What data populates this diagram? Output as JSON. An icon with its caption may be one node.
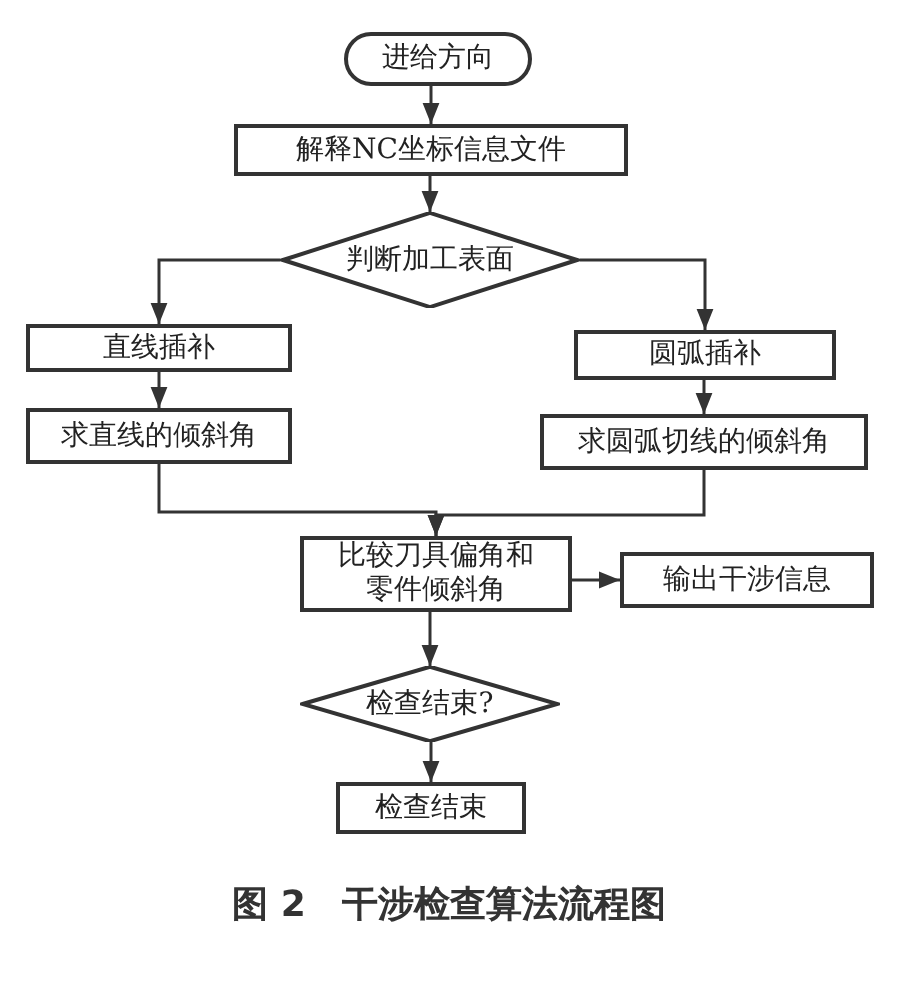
{
  "diagram": {
    "caption": "图 2　干涉检查算法流程图",
    "nodes": [
      {
        "text": [
          "进给方向"
        ]
      },
      {
        "text": [
          "解释NC坐标信息文件"
        ]
      },
      {
        "text": [
          "判断加工表面"
        ]
      },
      {
        "text": [
          "直线插补"
        ]
      },
      {
        "text": [
          "圆弧插补"
        ]
      },
      {
        "text": [
          "求直线的倾斜角"
        ]
      },
      {
        "text": [
          "求圆弧切线的倾斜角"
        ]
      },
      {
        "text": [
          "比较刀具偏角和零件倾斜角"
        ]
      },
      {
        "text": [
          "输出干涉信息"
        ]
      },
      {
        "text": [
          "检查结束?"
        ]
      },
      {
        "text": [
          "检查结束"
        ]
      }
    ],
    "edges": [
      {
        "from": 0,
        "to": 1,
        "arrow": "to"
      },
      {
        "from": 1,
        "to": 2,
        "arrow": "to"
      },
      {
        "from": 2,
        "to": 3,
        "arrow": "to"
      },
      {
        "from": 2,
        "to": 4,
        "arrow": "to"
      },
      {
        "from": 3,
        "to": 5,
        "arrow": "to"
      },
      {
        "from": 4,
        "to": 6,
        "arrow": "to"
      },
      {
        "from": 5,
        "to": 7,
        "arrow": "to"
      },
      {
        "from": 6,
        "to": 7,
        "arrow": "to"
      },
      {
        "from": 7,
        "to": 8,
        "arrow": "to"
      },
      {
        "from": 7,
        "to": 9,
        "arrow": "to"
      },
      {
        "from": 9,
        "to": 10,
        "arrow": "to"
      }
    ]
  }
}
